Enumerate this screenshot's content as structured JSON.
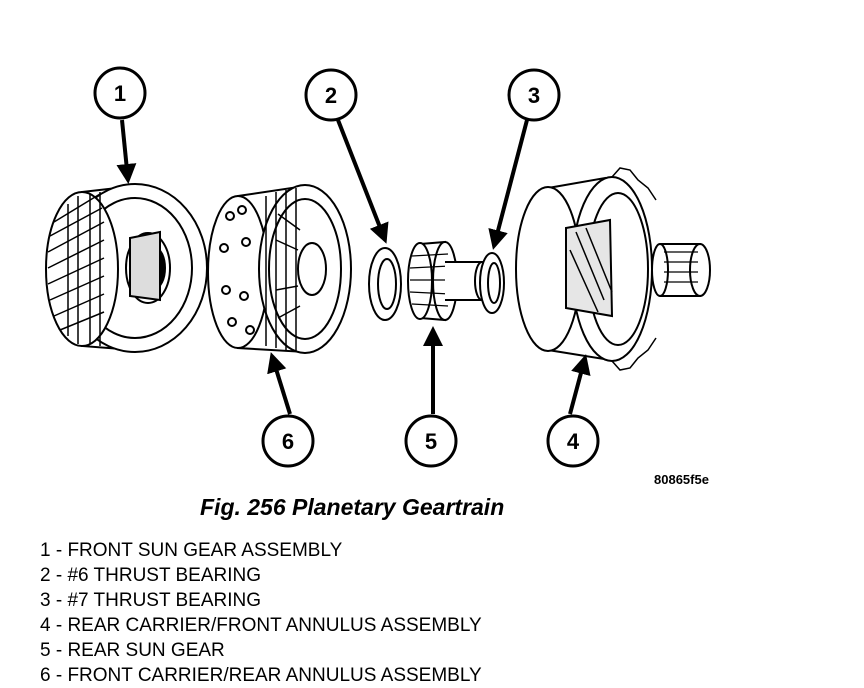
{
  "figure": {
    "image_id": "80865f5e",
    "caption": "Fig. 256 Planetary Geartrain",
    "callouts": [
      "1",
      "2",
      "3",
      "4",
      "5",
      "6"
    ],
    "parts": [
      {
        "text": "1 - FRONT SUN GEAR ASSEMBLY"
      },
      {
        "text": "2 - #6 THRUST BEARING"
      },
      {
        "text": "3 - #7 THRUST BEARING"
      },
      {
        "text": "4 - REAR CARRIER/FRONT ANNULUS ASSEMBLY"
      },
      {
        "text": "5 - REAR SUN GEAR"
      },
      {
        "text": "6 - FRONT CARRIER/REAR ANNULUS ASSEMBLY"
      }
    ]
  }
}
